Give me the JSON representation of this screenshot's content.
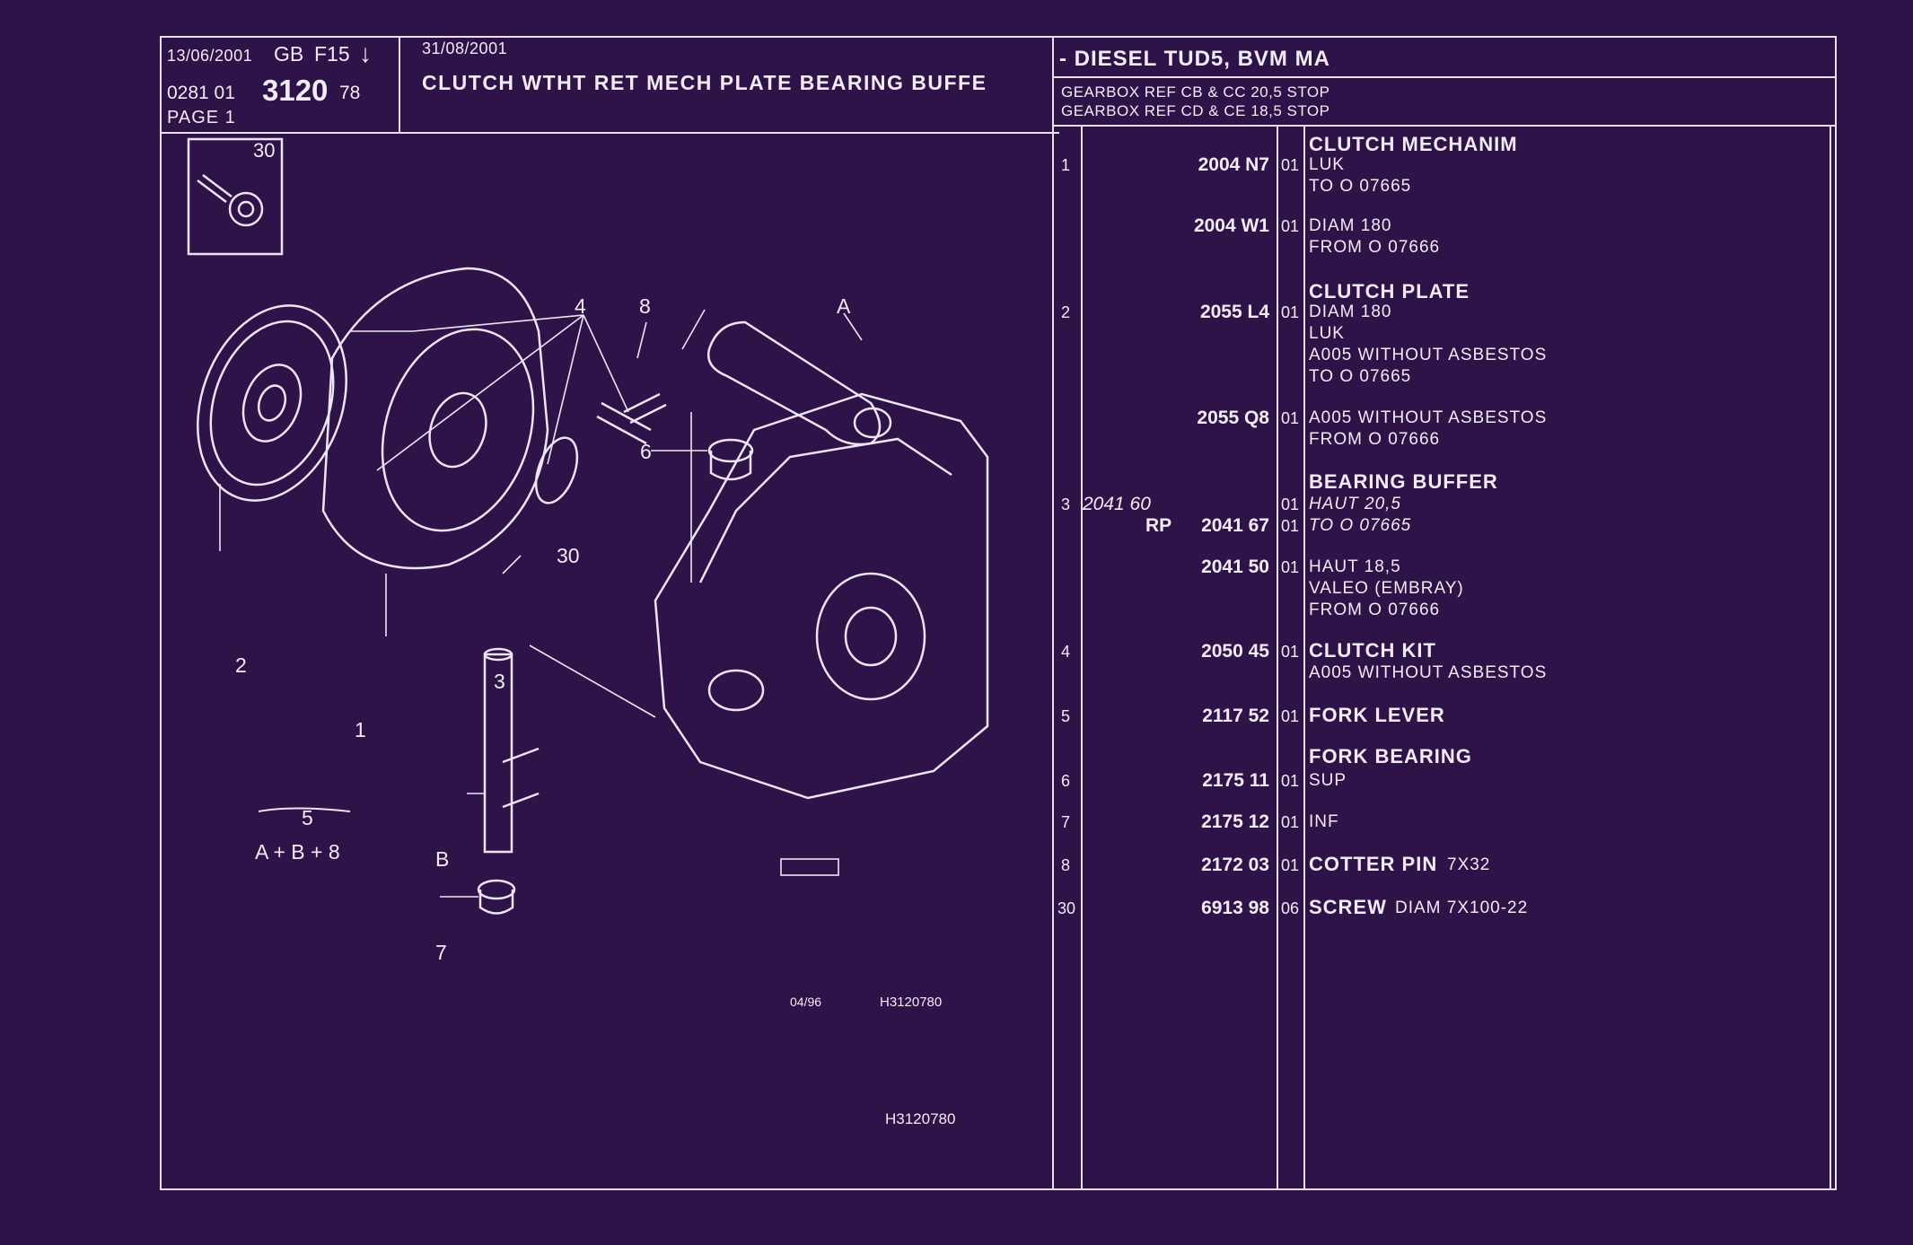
{
  "header": {
    "date1": "13/06/2001",
    "lang": "GB",
    "code": "F15",
    "arrow": "↓",
    "ref_prefix": "0281  01",
    "ref_main": "3120",
    "ref_suffix": "78",
    "page": "PAGE  1",
    "date2": "31/08/2001",
    "title": "CLUTCH WTHT RET MECH PLATE BEARING BUFFE",
    "vehicle": "- DIESEL TUD5, BVM MA",
    "gearbox_lines": [
      "GEARBOX REF CB & CC 20,5 STOP",
      "GEARBOX REF CD & CE 18,5 STOP"
    ]
  },
  "diagram": {
    "inset_label": "30",
    "callouts": {
      "c4": "4",
      "c8": "8",
      "cA": "A",
      "c6": "6",
      "c30": "30",
      "c2": "2",
      "c3": "3",
      "c1": "1",
      "cB": "B",
      "c7": "7"
    },
    "formula_top": "5",
    "formula_bottom": "A + B + 8",
    "stamp": "04/96",
    "ref_small": "H3120780",
    "ref_bottom": "H3120780"
  },
  "parts": [
    {
      "item": "1",
      "alt": "",
      "prefix": "",
      "pn": "2004 N7",
      "qty": "01",
      "title": "CLUTCH MECHANIM",
      "lines": [
        "LUK",
        "TO  O  07665"
      ],
      "italic": false
    },
    {
      "item": "",
      "alt": "",
      "prefix": "",
      "pn": "2004 W1",
      "qty": "01",
      "title": "",
      "lines": [
        "DIAM 180",
        "FROM  O  07666"
      ],
      "italic": false
    },
    {
      "item": "2",
      "alt": "",
      "prefix": "",
      "pn": "2055 L4",
      "qty": "01",
      "title": "CLUTCH PLATE",
      "lines": [
        "DIAM 180",
        "LUK",
        "A005 WITHOUT ASBESTOS",
        "TO  O  07665"
      ],
      "italic": false
    },
    {
      "item": "",
      "alt": "",
      "prefix": "",
      "pn": "2055 Q8",
      "qty": "01",
      "title": "",
      "lines": [
        "A005 WITHOUT ASBESTOS",
        "FROM  O  07666"
      ],
      "italic": false
    },
    {
      "item": "3",
      "alt": "2041 60",
      "prefix": "",
      "pn": "",
      "qty": "01",
      "title": "BEARING BUFFER",
      "lines": [
        "HAUT 20,5"
      ],
      "italic": true
    },
    {
      "item": "",
      "alt": "",
      "prefix": "RP",
      "pn": "2041 67",
      "qty": "01",
      "title": "",
      "lines": [
        "TO  O  07665"
      ],
      "italic": true
    },
    {
      "item": "",
      "alt": "",
      "prefix": "",
      "pn": "2041 50",
      "qty": "01",
      "title": "",
      "lines": [
        "HAUT 18,5",
        "VALEO (EMBRAY)",
        "FROM  O  07666"
      ],
      "italic": false
    },
    {
      "item": "4",
      "alt": "",
      "prefix": "",
      "pn": "2050 45",
      "qty": "01",
      "title": "",
      "title_inline": "CLUTCH KIT",
      "lines": [
        "A005 WITHOUT ASBESTOS"
      ],
      "italic": false
    },
    {
      "item": "5",
      "alt": "",
      "prefix": "",
      "pn": "2117 52",
      "qty": "01",
      "title": "",
      "title_inline": "FORK LEVER",
      "lines": [],
      "italic": false
    },
    {
      "item": "6",
      "alt": "",
      "prefix": "",
      "pn": "2175 11",
      "qty": "01",
      "title": "FORK BEARING",
      "lines": [
        "SUP"
      ],
      "italic": false
    },
    {
      "item": "7",
      "alt": "",
      "prefix": "",
      "pn": "2175 12",
      "qty": "01",
      "title": "",
      "lines": [
        "INF"
      ],
      "italic": false
    },
    {
      "item": "8",
      "alt": "",
      "prefix": "",
      "pn": "2172 03",
      "qty": "01",
      "title": "",
      "title_inline": "COTTER PIN",
      "extra": "7X32",
      "lines": [],
      "italic": false
    },
    {
      "item": "30",
      "alt": "",
      "prefix": "",
      "pn": "6913 98",
      "qty": "06",
      "title": "",
      "title_inline": "SCREW",
      "extra": "DIAM 7X100-22",
      "lines": [],
      "italic": false
    }
  ]
}
